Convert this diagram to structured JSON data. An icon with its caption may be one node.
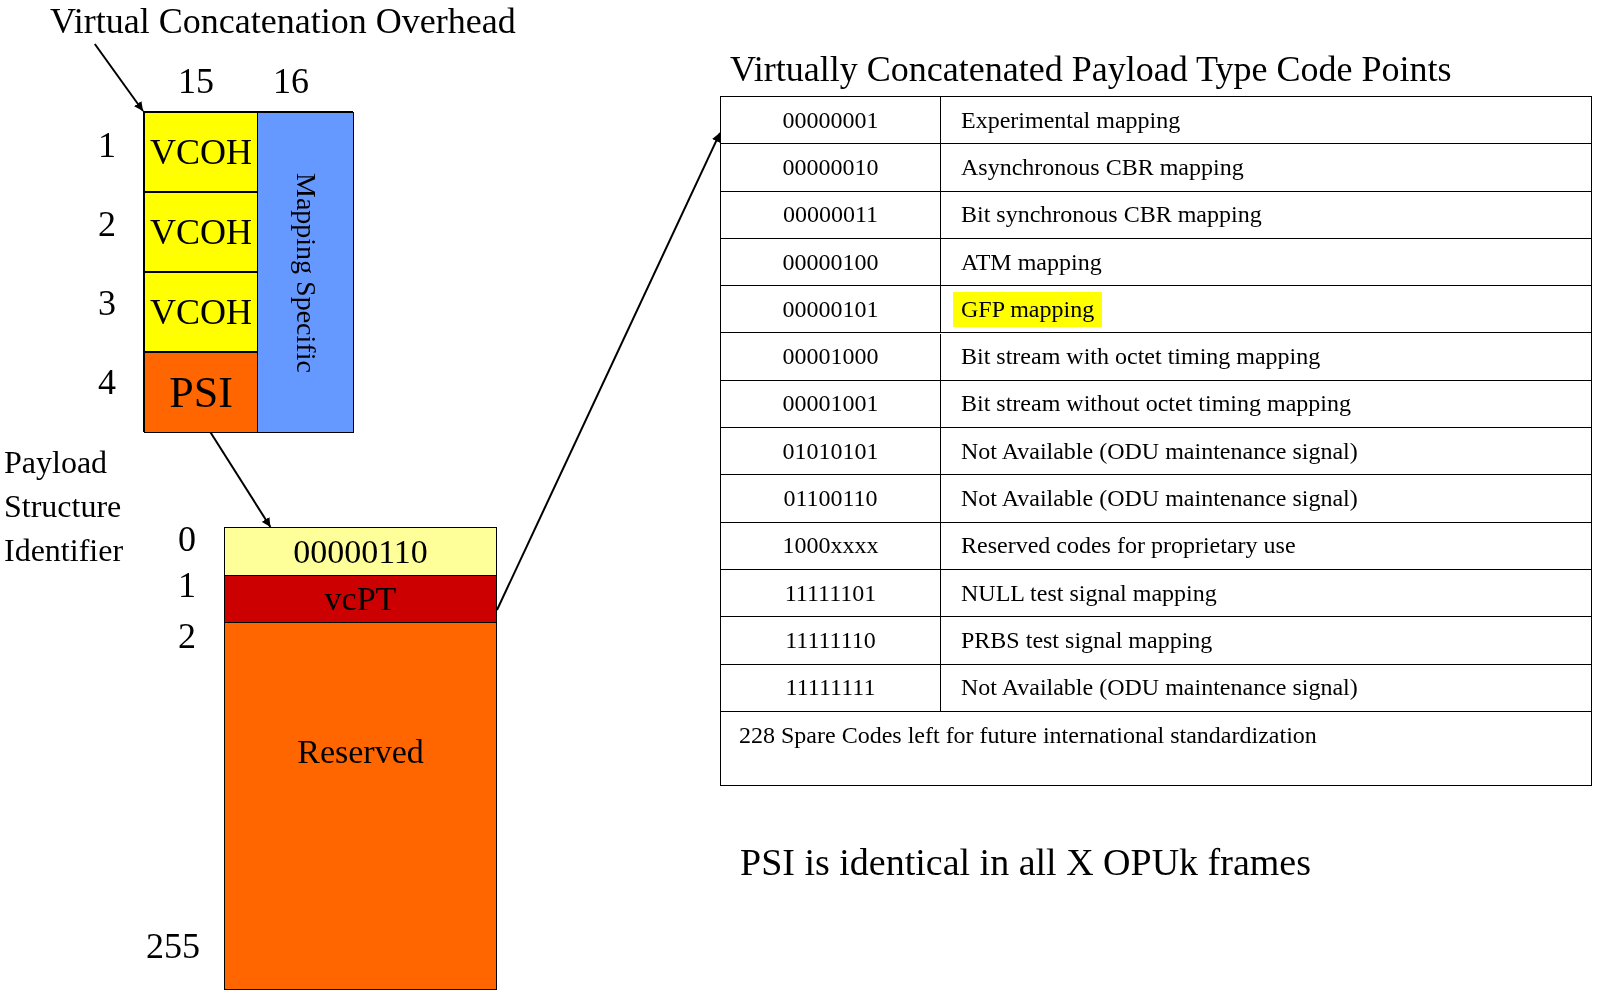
{
  "diagram": {
    "nodes": [
      {
        "text": [
          "Virtual Concatenation Overhead"
        ]
      },
      {
        "text": [],
        "shape": "box"
      },
      {
        "text": [
          "VCOH"
        ],
        "in": 1
      },
      {
        "text": [
          "VCOH"
        ],
        "in": 1
      },
      {
        "text": [
          "VCOH"
        ],
        "in": 1
      },
      {
        "text": [
          "PSI"
        ],
        "in": 1
      },
      {
        "text": [
          "Mapping Specific"
        ],
        "in": 1
      },
      {
        "text": [
          "00000110"
        ]
      },
      {
        "text": [
          "vcPT"
        ]
      },
      {
        "text": [
          "Reserved"
        ]
      },
      {
        "text": [
          "Virtually Concatenated Payload Type Code Points"
        ]
      }
    ],
    "edges": [
      {
        "from": 0,
        "to": 1,
        "arrow": "to"
      },
      {
        "from": 5,
        "to": 7,
        "arrow": "to"
      },
      {
        "from": 8,
        "to": 10,
        "arrow": "to"
      }
    ],
    "labels": [
      "15",
      "16",
      "1",
      "2",
      "3",
      "4",
      "Payload Structure Identifier",
      "0",
      "1",
      "2",
      "255",
      "00000001",
      "Experimental mapping",
      "00000010",
      "Asynchronous CBR mapping",
      "00000011",
      "Bit synchronous CBR mapping",
      "00000100",
      "ATM mapping",
      "00000101",
      "GFP mapping",
      "00001000",
      "Bit stream with octet timing mapping",
      "00001001",
      "Bit stream without octet timing mapping",
      "01010101",
      "Not Available (ODU maintenance signal)",
      "01100110",
      "Not Available (ODU maintenance signal)",
      "1000xxxx",
      "Reserved codes for proprietary use",
      "11111101",
      "NULL test signal mapping",
      "11111110",
      "PRBS test signal mapping",
      "11111111",
      "Not Available (ODU maintenance signal)",
      "228 Spare Codes left for future international standardization",
      "PSI is identical in all X OPUk frames"
    ]
  }
}
